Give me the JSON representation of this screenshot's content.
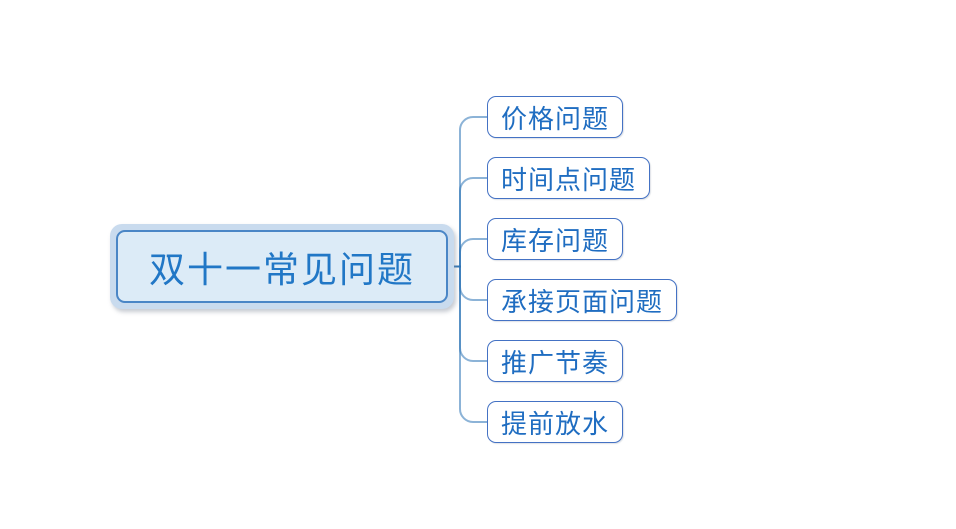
{
  "canvas": {
    "background": "#ffffff"
  },
  "mindmap": {
    "root": {
      "label": "双十一常见问题",
      "selected": true
    },
    "children": [
      {
        "label": "价格问题"
      },
      {
        "label": "时间点问题"
      },
      {
        "label": "库存问题"
      },
      {
        "label": "承接页面问题"
      },
      {
        "label": "推广节奏"
      },
      {
        "label": "提前放水"
      }
    ],
    "colors": {
      "root_fill": "#dcebf7",
      "root_border": "#4a86c6",
      "root_halo": "#c9dbee",
      "root_text": "#2177c6",
      "child_fill": "#ffffff",
      "child_border": "#4472c4",
      "child_text": "#1f6dc1",
      "connector": "#2e75b6"
    }
  }
}
